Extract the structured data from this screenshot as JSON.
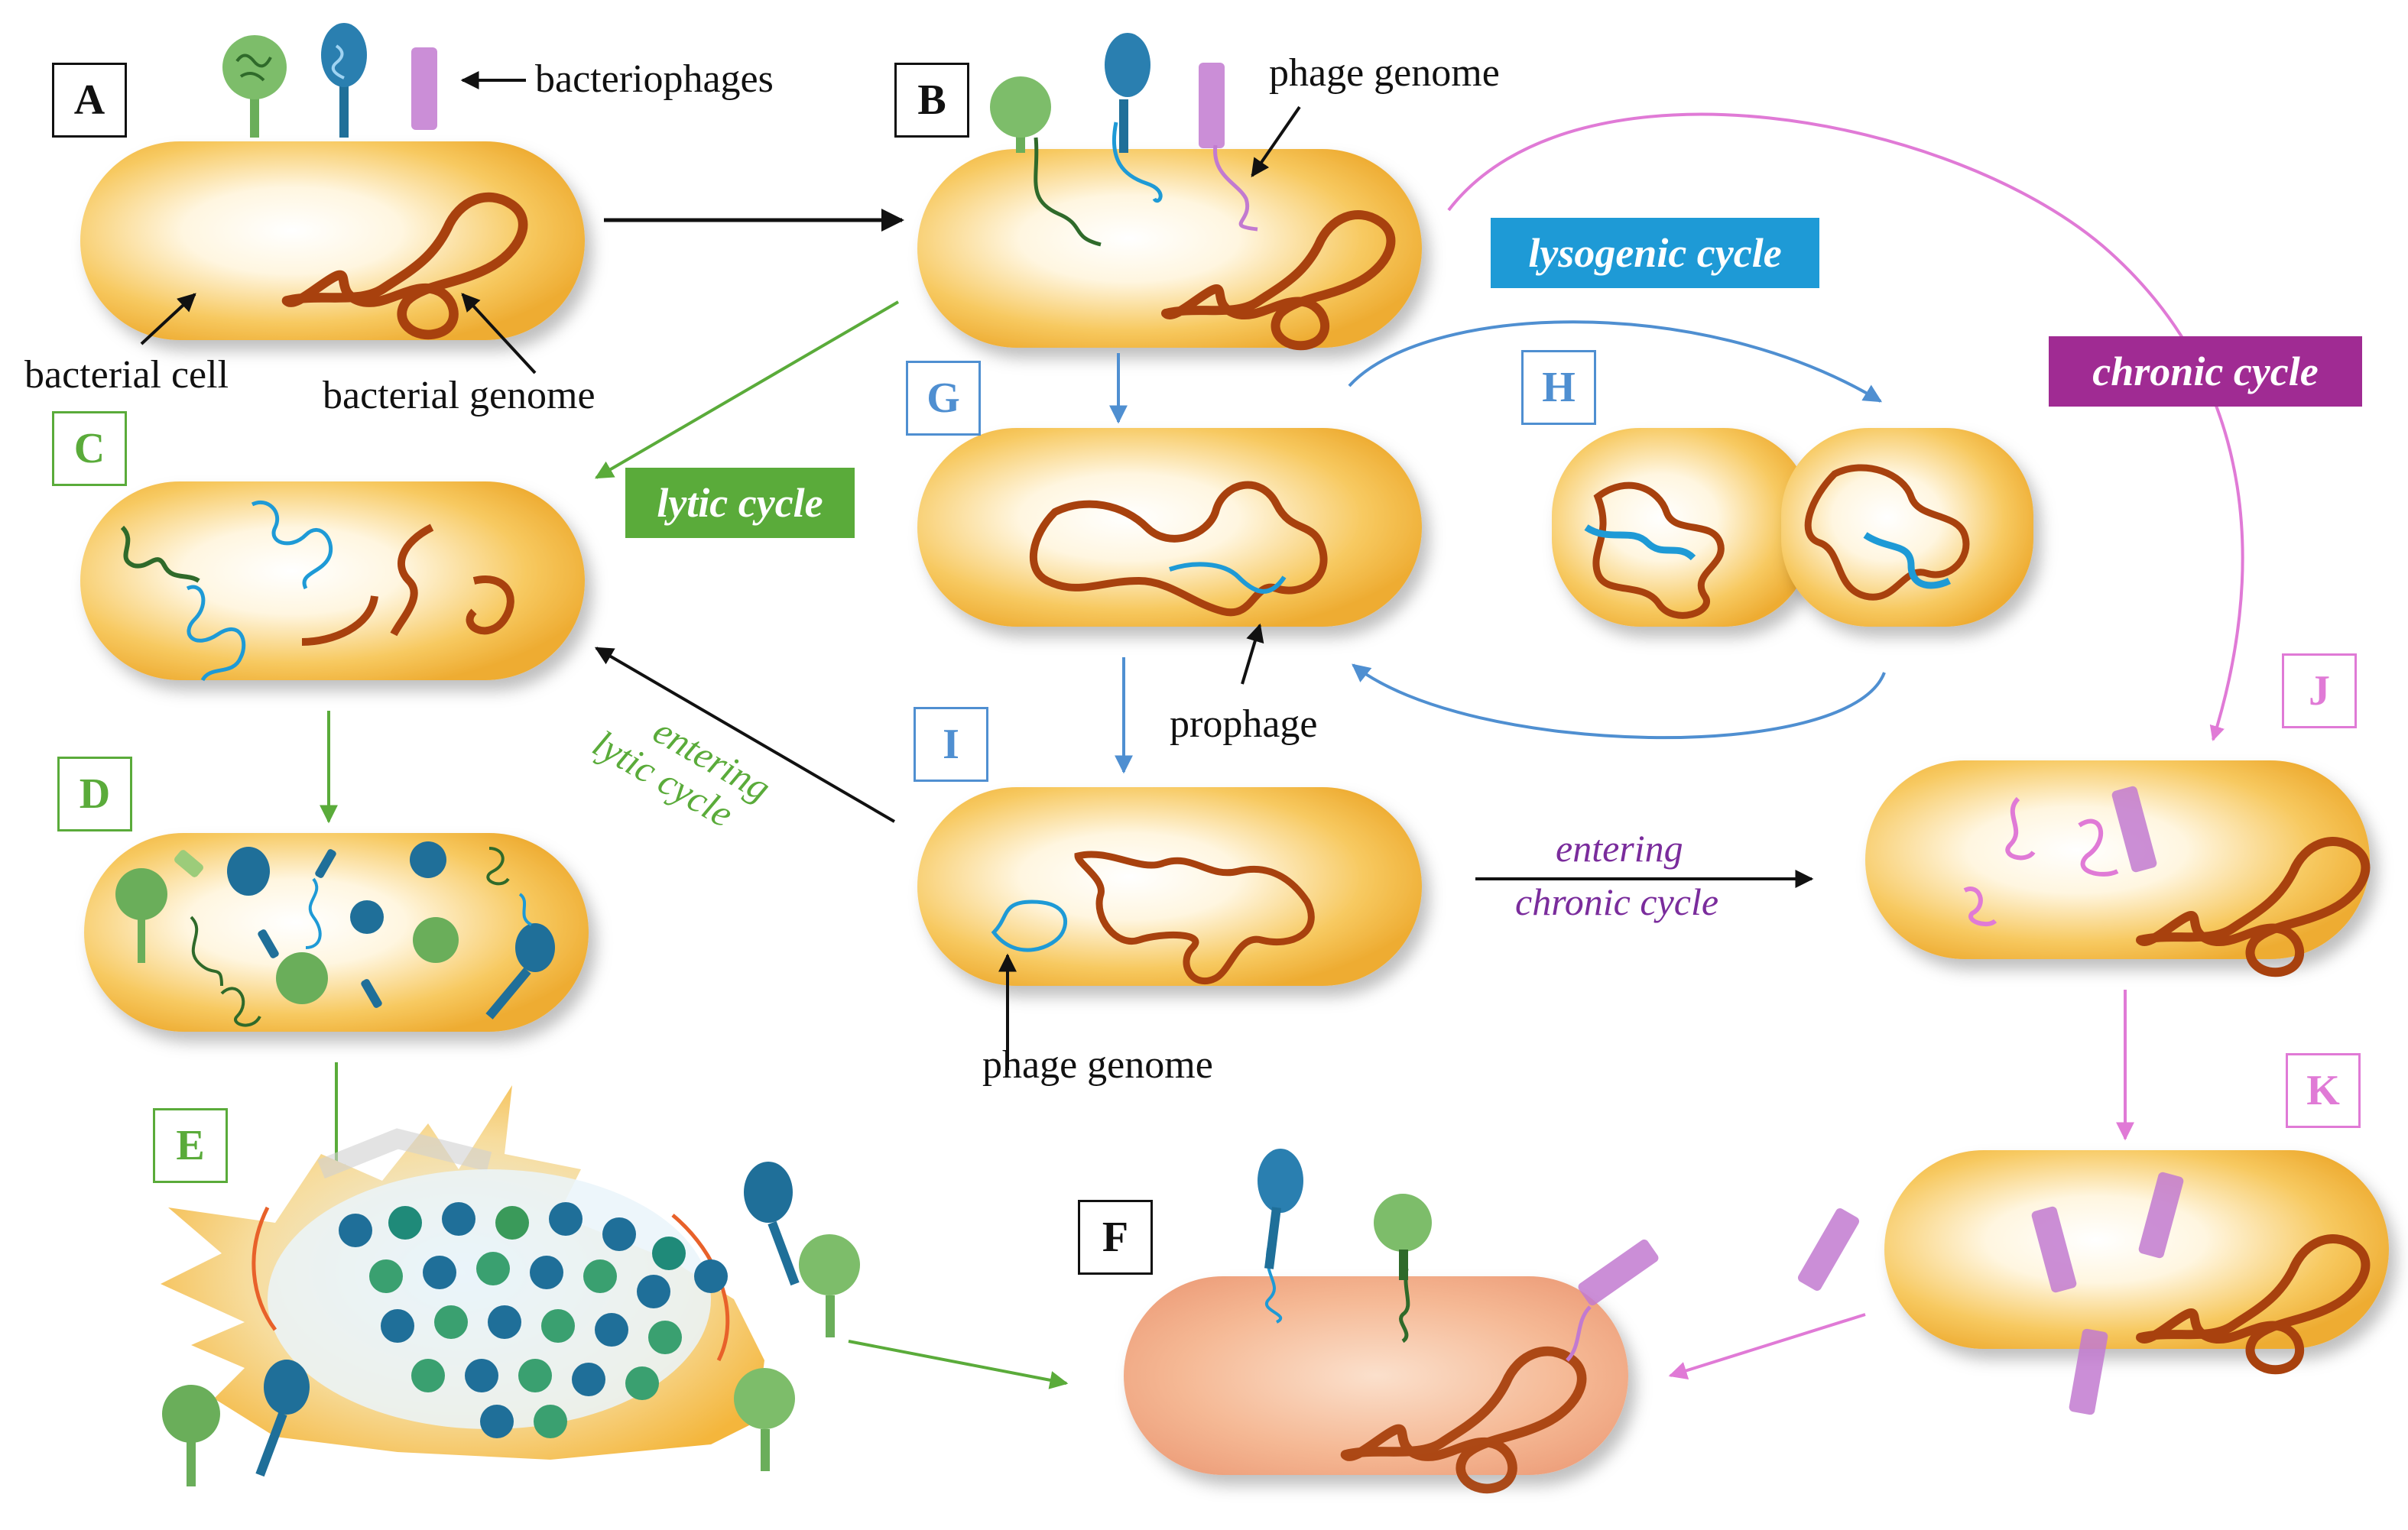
{
  "panels": {
    "A": "A",
    "B": "B",
    "C": "C",
    "D": "D",
    "E": "E",
    "F": "F",
    "G": "G",
    "H": "H",
    "I": "I",
    "J": "J",
    "K": "K"
  },
  "annotations": {
    "bacteriophages": "bacteriophages",
    "phage_genome_top": "phage genome",
    "bacterial_cell": "bacterial cell",
    "bacterial_genome": "bacterial genome",
    "prophage": "prophage",
    "phage_genome_bottom": "phage genome"
  },
  "cycles": {
    "lysogenic": "lysogenic cycle",
    "lytic": "lytic cycle",
    "chronic": "chronic cycle"
  },
  "transitions": {
    "entering_lytic_1": "entering",
    "entering_lytic_2": "lytic cycle",
    "entering_chronic_1": "entering",
    "entering_chronic_2": "chronic cycle"
  },
  "colors": {
    "lytic": "#5aab3a",
    "lysogenic": "#1e9ad6",
    "chronic": "#a02b93",
    "bacterial_genome": "#a8410e",
    "phage_green": "#6aae5a",
    "phage_blue": "#1f6f99",
    "phage_pink": "#c27ad0",
    "cell_fill": "#f4b63c",
    "infected_cell": "#f2a885"
  }
}
